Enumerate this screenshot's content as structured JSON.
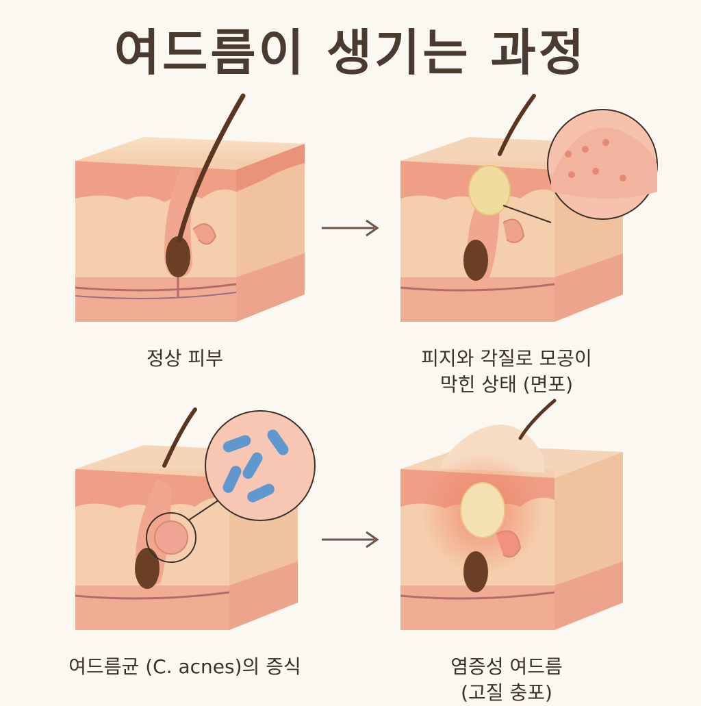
{
  "title": "여드름이 생기는 과정",
  "steps": [
    {
      "caption": "정상 피부"
    },
    {
      "caption": "피지와 각질로 모공이\n막힌 상태 (면포)"
    },
    {
      "caption": "여드름균 (C. acnes)의 증식"
    },
    {
      "caption": "염증성 여드름\n(고질 충포)"
    }
  ],
  "colors": {
    "background": "#fbf8f1",
    "skin_light": "#f6d3b0",
    "epidermis": "#eea28a",
    "subcutis": "#f2b29a",
    "hair": "#5a3522",
    "sebum": "#f1dc9f",
    "bacteria": "#5f97cf",
    "inflammation": "#ef7f63",
    "arrow": "#6b5446"
  },
  "icons": [
    "right-arrow-icon",
    "right-arrow-icon",
    "magnifier-circle-icon",
    "magnifier-circle-icon"
  ]
}
